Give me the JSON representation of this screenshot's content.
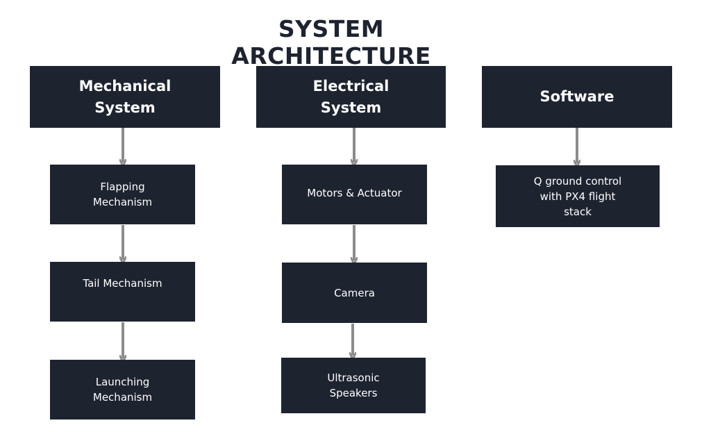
{
  "title": "SYSTEM ARCHITECTURE",
  "colors": {
    "box_fill": "#1e2330",
    "box_text": "#ffffff",
    "arrow": "#8c8c8c",
    "title_text": "#1f2330"
  },
  "columns": [
    {
      "header": "Mechanical\nSystem",
      "children": [
        "Flapping\nMechanism",
        "Tail Mechanism",
        "Launching\nMechanism"
      ]
    },
    {
      "header": "Electrical\nSystem",
      "children": [
        "Motors & Actuator",
        "Camera",
        "Ultrasonic\nSpeakers"
      ]
    },
    {
      "header": "Software",
      "children": [
        "Q ground control\nwith PX4 flight\nstack"
      ]
    }
  ]
}
